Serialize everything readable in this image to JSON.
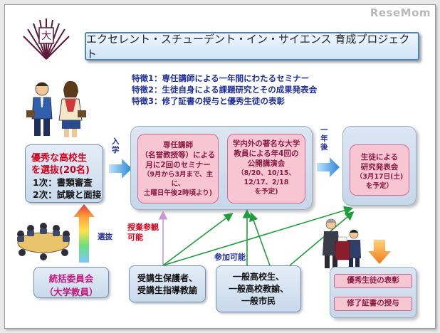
{
  "watermark": "ReseMom",
  "title": "エクセレント・スチューデント・イン・サイエンス 育成プロジェクト",
  "features": [
    "特徴1：専任講師による一年間にわたるセミナー",
    "特徴2：生徒自身による課題研究とその成果発表会",
    "特徴3：修了証書の授与と優秀生徒の表彰"
  ],
  "selection": {
    "line1": "優秀な高校生",
    "line2": "を選抜(20名)",
    "line3": "1次：書類審査",
    "line4": "2次：試験と面接"
  },
  "flow": {
    "enter": "入学",
    "one_year_later": "一年後",
    "senbatsu": "選抜"
  },
  "seminar": {
    "line1": "専任講師",
    "line2": "（名誉教授等）による",
    "line3": "月に2回のセミナー",
    "line4": "（9月から3月まで、主に、",
    "line5": "土曜日午後2時頃より)"
  },
  "lecture": {
    "line1": "学内外の著名な大学",
    "line2": "教員による年4回の",
    "line3": "公開講演会",
    "line4": "（8/20、10/15、",
    "line5": "12/17、2/18",
    "line6": "を予定)"
  },
  "presentation": {
    "line1": "生徒による",
    "line2": "研究発表会",
    "line3": "（3月17日(土)",
    "line4": "を予定）"
  },
  "committee": {
    "line1": "統括委員会",
    "line2": "（大学教員）"
  },
  "observation": {
    "line1": "授業参観",
    "line2": "可能"
  },
  "participation": "参加可能",
  "parents": {
    "line1": "受講生保護者、",
    "line2": "受講生指導教諭"
  },
  "public": {
    "line1": "一般高校生、",
    "line2": "一般高校教諭、",
    "line3": "一般市民"
  },
  "awards": {
    "excellent": "優秀生徒の表彰",
    "certificate": "修了証書の授与"
  },
  "colors": {
    "title_border": "#4a86c5",
    "text_blue": "#1f2f9a",
    "text_red": "#d0021b",
    "pink": "#f7c6d2",
    "green_arrow": "#1e9e3a",
    "purple_arrow": "#c79ad6"
  },
  "icons": [
    "university-crest-icon",
    "students-illustration",
    "meeting-illustration",
    "ceremony-illustration",
    "rainbow-up-arrow",
    "blue-right-arrow",
    "orange-down-arrow"
  ]
}
